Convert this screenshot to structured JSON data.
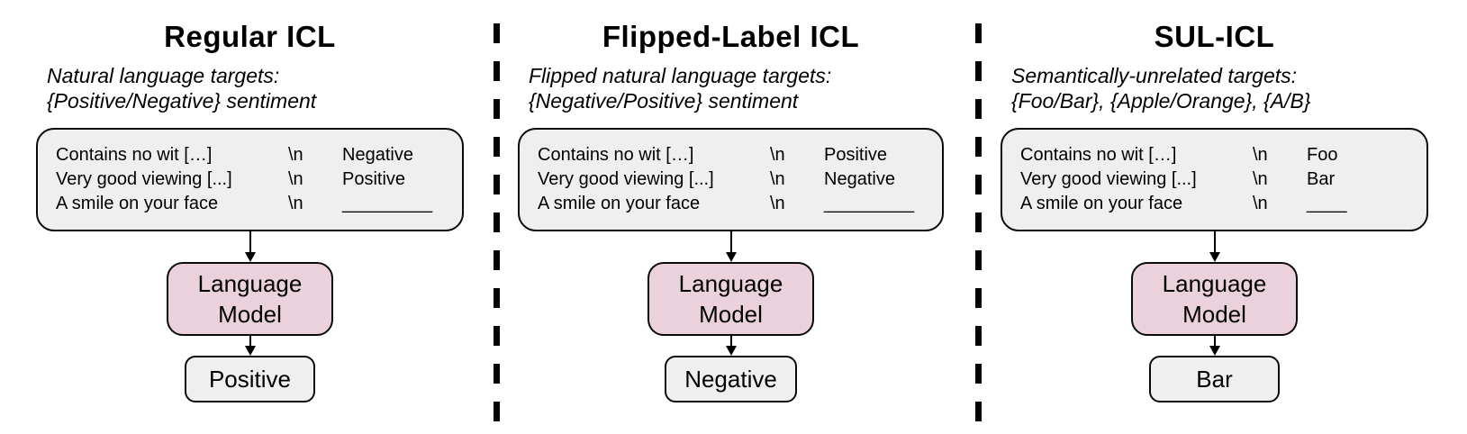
{
  "figure": {
    "colors": {
      "background": "#ffffff",
      "example_box_bg": "#efefef",
      "model_box_bg": "#ead1dc",
      "output_box_bg": "#efefef",
      "border": "#0a0a0a",
      "divider": "#050505"
    },
    "panels": [
      {
        "id": "regular-icl",
        "title": "Regular ICL",
        "subtitle_line1": "Natural language targets:",
        "subtitle_line2": "{Positive/Negative} sentiment",
        "examples": [
          {
            "sentence": "Contains no wit […]",
            "separator": "\\n",
            "target": "Negative"
          },
          {
            "sentence": "Very good viewing [...]",
            "separator": "\\n",
            "target": "Positive"
          },
          {
            "sentence": "A smile on your face",
            "separator": "\\n",
            "target": "_________"
          }
        ],
        "model_label": "Language Model",
        "output": "Positive"
      },
      {
        "id": "flipped-label-icl",
        "title": "Flipped-Label ICL",
        "subtitle_line1": "Flipped natural language targets:",
        "subtitle_line2": "{Negative/Positive} sentiment",
        "examples": [
          {
            "sentence": "Contains no wit […]",
            "separator": "\\n",
            "target": "Positive"
          },
          {
            "sentence": "Very good viewing [...]",
            "separator": "\\n",
            "target": "Negative"
          },
          {
            "sentence": "A smile on your face",
            "separator": "\\n",
            "target": "_________"
          }
        ],
        "model_label": "Language Model",
        "output": "Negative"
      },
      {
        "id": "sul-icl",
        "title": "SUL-ICL",
        "subtitle_line1": "Semantically-unrelated targets:",
        "subtitle_line2": "{Foo/Bar}, {Apple/Orange}, {A/B}",
        "examples": [
          {
            "sentence": "Contains no wit […]",
            "separator": "\\n",
            "target": "Foo"
          },
          {
            "sentence": "Very good viewing [...]",
            "separator": "\\n",
            "target": "Bar"
          },
          {
            "sentence": "A smile on your face",
            "separator": "\\n",
            "target": "____"
          }
        ],
        "model_label": "Language Model",
        "output": "Bar"
      }
    ]
  }
}
